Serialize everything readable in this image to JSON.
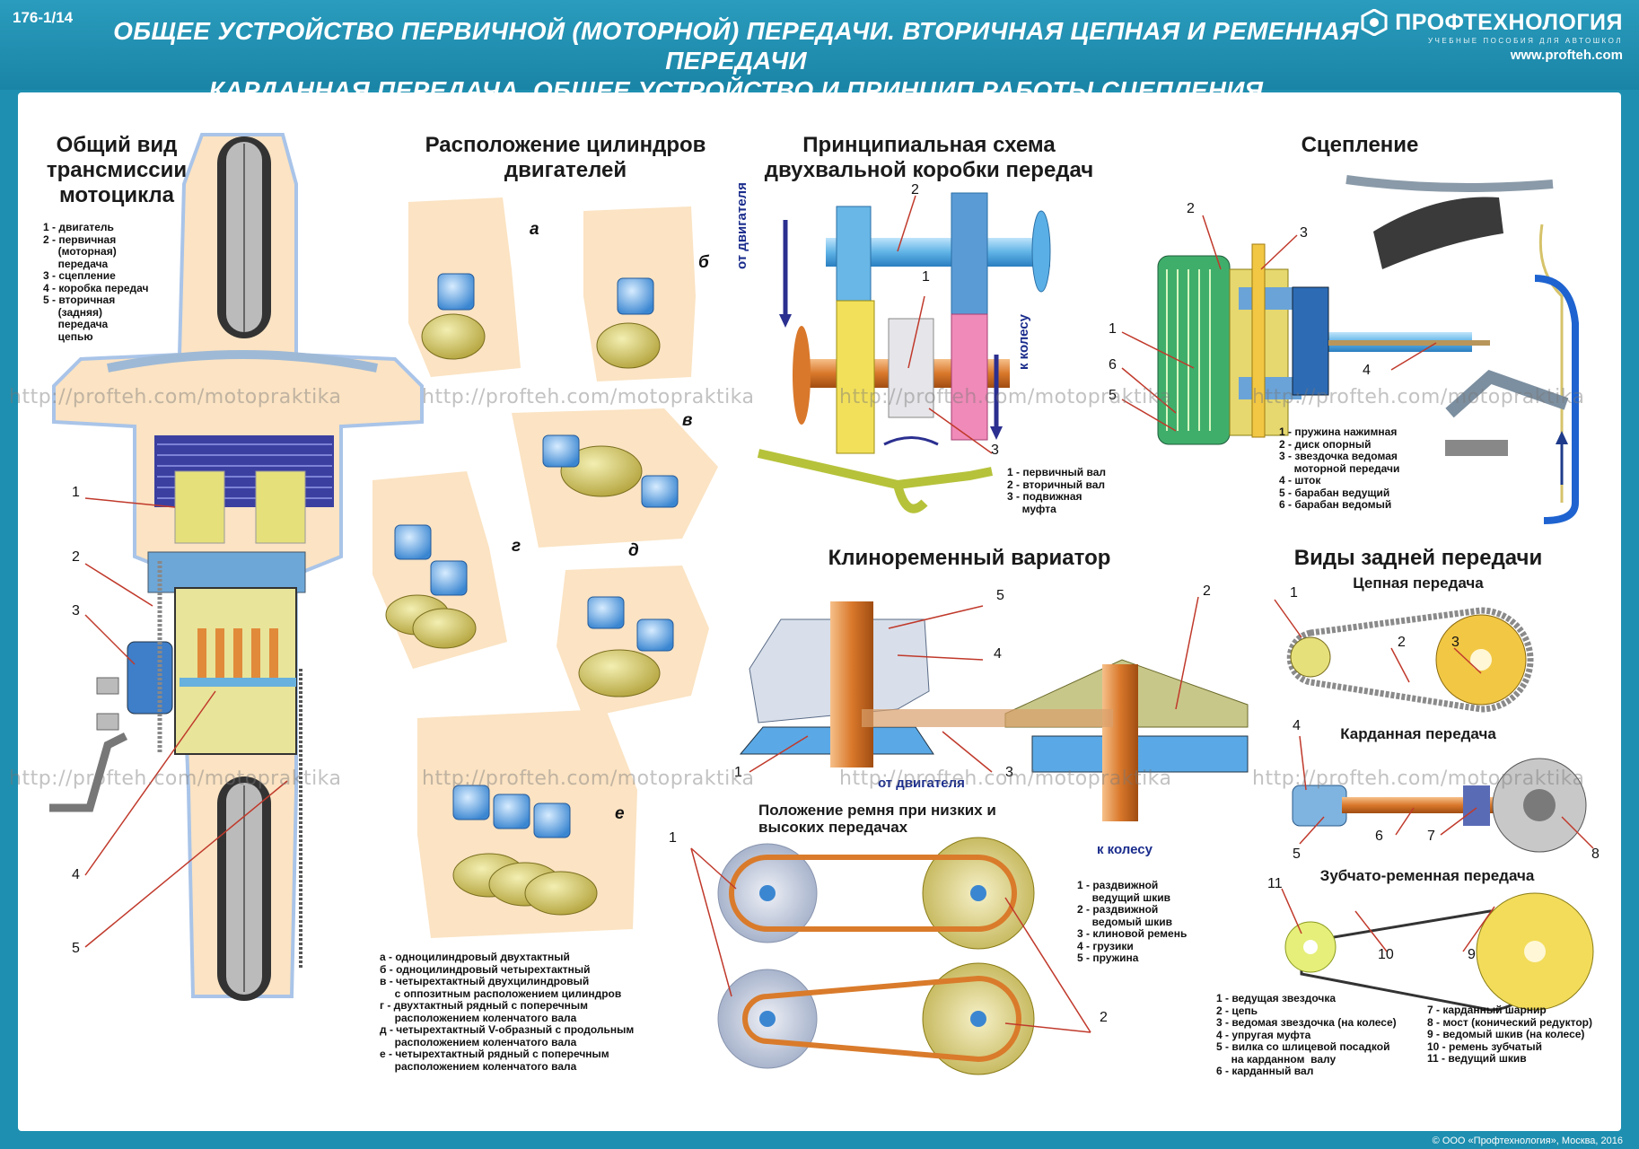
{
  "header": {
    "code": "176-1/14",
    "title_line1": "ОБЩЕЕ УСТРОЙСТВО ПЕРВИЧНОЙ (МОТОРНОЙ) ПЕРЕДАЧИ.  ВТОРИЧНАЯ ЦЕПНАЯ И РЕМЕННАЯ ПЕРЕДАЧИ",
    "title_line2": "КАРДАННАЯ ПЕРЕДАЧА. ОБЩЕЕ УСТРОЙСТВО И ПРИНЦИП РАБОТЫ СЦЕПЛЕНИЯ",
    "brand_name": "ПРОФТЕХНОЛОГИЯ",
    "brand_sub": "УЧЕБНЫЕ ПОСОБИЯ ДЛЯ АВТОШКОЛ",
    "brand_url": "www.profteh.com"
  },
  "watermark": "http://profteh.com/motopraktika",
  "copyright": "© ООО «Профтехнология», Москва, 2016",
  "transmission": {
    "title": "Общий вид трансмиссии мотоцикла",
    "legend": [
      "1 - двигатель",
      "2 - первичная",
      "     (моторная)",
      "     передача",
      "3 - сцепление",
      "4 - коробка передач",
      "5 - вторичная",
      "     (задняя)",
      "     передача",
      "     цепью"
    ],
    "callouts": [
      "1",
      "2",
      "3",
      "4",
      "5"
    ]
  },
  "cylinders": {
    "title": "Расположение цилиндров двигателей",
    "letters": [
      "а",
      "б",
      "в",
      "г",
      "д",
      "е"
    ],
    "legend": [
      "а - одноцилиндровый двухтактный",
      "б - одноцилиндровый четырехтактный",
      "в - четырехтактный двухцилиндровый",
      "     с оппозитным расположением цилиндров",
      "г - двухтактный рядный с поперечным",
      "     расположением коленчатого вала",
      "д - четырехтактный V-образный с продольным",
      "     расположением коленчатого вала",
      "е - четырехтактный рядный с поперечным",
      "     расположением коленчатого вала"
    ]
  },
  "gearbox": {
    "title": "Принципиальная схема двухвальной коробки передач",
    "from_engine": "от двигателя",
    "to_wheel": "к колесу",
    "callouts": [
      "1",
      "2",
      "3"
    ],
    "legend": [
      "1 - первичный вал",
      "2 - вторичный вал",
      "3 - подвижная",
      "     муфта"
    ]
  },
  "clutch": {
    "title": "Сцепление",
    "callouts": [
      "1",
      "2",
      "3",
      "4",
      "5",
      "6"
    ],
    "legend": [
      "1 - пружина нажимная",
      "2 - диск опорный",
      "3 - звездочка ведомая",
      "     моторной передачи",
      "4 - шток",
      "5 - барабан ведущий",
      "6 - барабан ведомый"
    ]
  },
  "variator": {
    "title": "Клиноременный вариатор",
    "from_engine": "от двигателя",
    "to_wheel": "к колесу",
    "callouts": [
      "1",
      "2",
      "3",
      "4",
      "5"
    ],
    "belt_title": "Положение ремня при низких и высоких передачах",
    "belt_callouts": [
      "1",
      "2"
    ],
    "legend": [
      "1 - раздвижной",
      "     ведущий шкив",
      "2 - раздвижной",
      "     ведомый шкив",
      "3 - клиновой ремень",
      "4 - грузики",
      "5 - пружина"
    ]
  },
  "rear": {
    "title": "Виды задней передачи",
    "chain_title": "Цепная передача",
    "cardan_title": "Карданная передача",
    "belt_title": "Зубчато-ременная передача",
    "callouts": [
      "1",
      "2",
      "3",
      "4",
      "5",
      "6",
      "7",
      "8",
      "9",
      "10",
      "11"
    ],
    "legend_left": [
      "1 - ведущая звездочка",
      "2 - цепь",
      "3 - ведомая звездочка (на колесе)",
      "4 - упругая муфта",
      "5 - вилка со шлицевой посадкой",
      "     на карданном  валу",
      "6 - карданный вал"
    ],
    "legend_right": [
      "7 - карданный шарнир",
      "8 - мост (конический редуктор)",
      "9 - ведомый шкив (на колесе)",
      "10 - ремень зубчатый",
      "11 - ведущий шкив"
    ]
  },
  "colors": {
    "background": "#1e8fb0",
    "panel": "#ffffff",
    "body_fill": "#fbe3c3",
    "body_line": "#a9c4e8",
    "callout": "#c0392b"
  }
}
